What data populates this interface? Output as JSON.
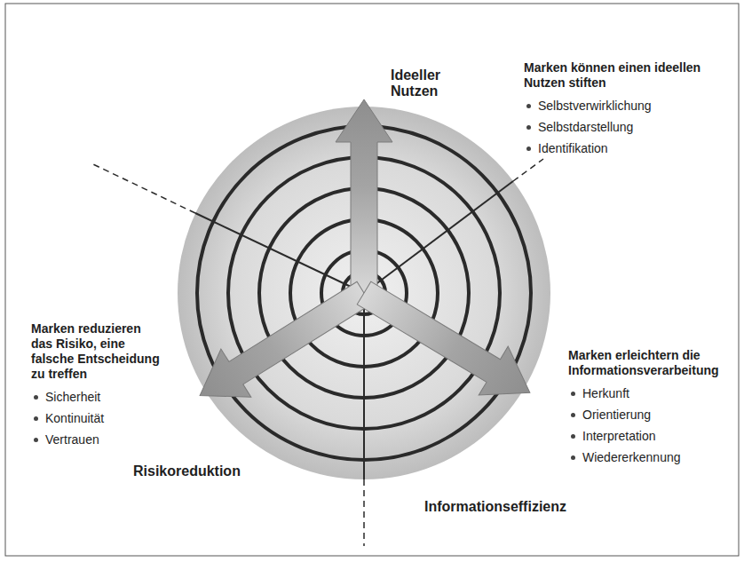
{
  "diagram": {
    "labels": [
      "Ideeller Nutzen",
      "Marken können einen ideellen Nutzen stiften",
      "Selbstverwirklichung",
      "Selbstdarstellung",
      "Identifikation",
      "Marken reduzieren das Risiko, eine falsche Entscheidung zu treffen",
      "Sicherheit",
      "Kontinuität",
      "Vertrauen",
      "Risikoreduktion",
      "Informationseffizienz",
      "Marken erleichtern die Informationsverarbeitung",
      "Herkunft",
      "Orientierung",
      "Interpretation",
      "Wiedererkennung"
    ]
  }
}
